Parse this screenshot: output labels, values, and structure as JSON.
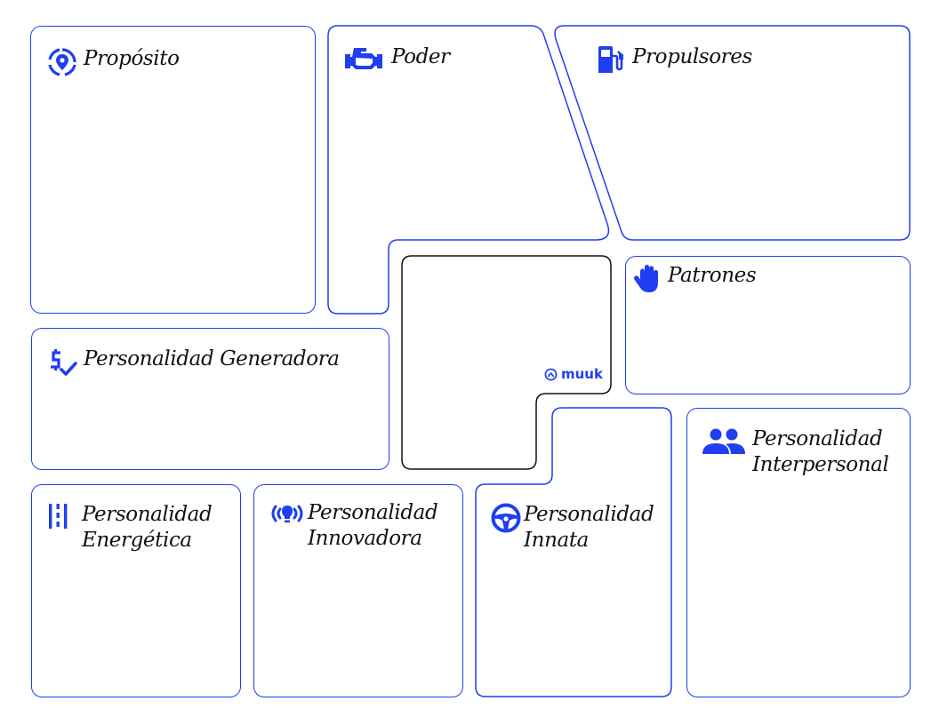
{
  "brand": {
    "name": "muuk",
    "icon": "muuk-logo-icon"
  },
  "colors": {
    "accent": "#1f3ff0",
    "outline": "#111111",
    "text": "#111111"
  },
  "panels": {
    "proposito": {
      "label": "Propósito",
      "icon": "location-target-icon"
    },
    "poder": {
      "label": "Poder",
      "icon": "engine-icon"
    },
    "propulsores": {
      "label": "Propulsores",
      "icon": "fuel-pump-icon"
    },
    "patrones": {
      "label": "Patrones",
      "icon": "hand-icon"
    },
    "generadora": {
      "label": "Personalidad Generadora",
      "icon": "money-check-icon"
    },
    "interpersonal": {
      "label_line1": "Personalidad",
      "label_line2": "Interpersonal",
      "icon": "people-icon"
    },
    "energetica": {
      "label_line1": "Personalidad",
      "label_line2": "Energética",
      "icon": "road-lanes-icon"
    },
    "innovadora": {
      "label_line1": "Personalidad",
      "label_line2": "Innovadora",
      "icon": "lightbulb-signal-icon"
    },
    "innata": {
      "label_line1": "Personalidad",
      "label_line2": "Innata",
      "icon": "steering-wheel-icon"
    }
  }
}
